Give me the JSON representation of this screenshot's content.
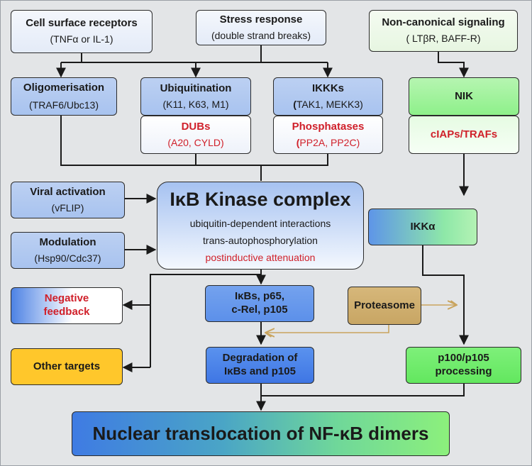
{
  "boxes": {
    "cell_surface": {
      "title": "Cell surface receptors",
      "sub": "(TNFα or IL-1)"
    },
    "stress": {
      "title": "Stress response",
      "sub": "(double strand breaks)"
    },
    "noncanonical": {
      "title": "Non-canonical signaling",
      "sub": "( LTβR, BAFF-R)"
    },
    "oligo": {
      "title": "Oligomerisation",
      "sub": "(TRAF6/Ubc13)"
    },
    "ubiq": {
      "title": "Ubiquitination",
      "sub": "(K11, K63, M1)"
    },
    "ikkks": {
      "title": "IKKKs",
      "sub_bold": "(",
      "sub_rest": "TAK1, MEKK3)"
    },
    "dubs": {
      "title": "DUBs",
      "sub": "(A20, CYLD)"
    },
    "phosph": {
      "title": "Phosphatases",
      "sub_bold": "(",
      "sub_rest": "PP2A, PP2C)"
    },
    "nik": {
      "title": "NIK"
    },
    "ciaps": {
      "title": "cIAPs/TRAFs"
    },
    "viral": {
      "title": "Viral activation",
      "sub": "(vFLIP)"
    },
    "modulation": {
      "title": "Modulation",
      "sub": "(Hsp90/Cdc37)"
    },
    "ikb": {
      "title": "IκB Kinase complex",
      "l1": "ubiquitin-dependent interactions",
      "l2": "trans-autophosphorylation",
      "l3": "postinductive attenuation"
    },
    "ikka": {
      "title": "IKKα"
    },
    "negfb": {
      "l1": "Negative",
      "l2": "feedback"
    },
    "ikbs": {
      "l1": "IκBs, p65,",
      "l2": "c-Rel, p105"
    },
    "proteasome": {
      "title": "Proteasome"
    },
    "other": {
      "title": "Other targets"
    },
    "degr": {
      "l1": "Degradation of",
      "l2": "IκBs and p105"
    },
    "p100": {
      "l1": "p100/p105",
      "l2": "processing"
    },
    "nuclear": {
      "title": "Nuclear translocation of  NF-κB dimers"
    }
  }
}
